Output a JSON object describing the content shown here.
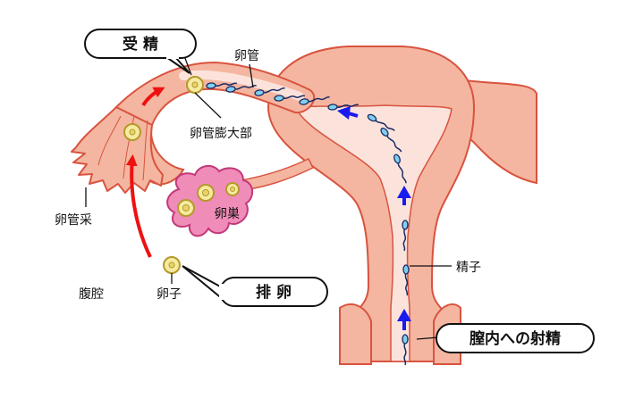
{
  "labels": {
    "fertilization": "受 精",
    "oviduct": "卵管",
    "ampulla": "卵管膨大部",
    "fimbriae": "卵管采",
    "ovary": "卵巣",
    "abdominal_cavity": "腹腔",
    "egg": "卵子",
    "ovulation": "排 卵",
    "sperm": "精子",
    "ejaculation": "膣内への射精"
  },
  "colors": {
    "tissue_outline": "#d9533f",
    "tissue_fill": "#f4b6a0",
    "inner_fill": "#fbe3db",
    "ovary_fill": "#f08cb8",
    "ovary_outline": "#c2387a",
    "egg_fill": "#f5eaa0",
    "egg_outline": "#b39a2a",
    "sperm_fill": "#7fd0ef",
    "sperm_tail": "#1a2a66",
    "arrow_blue": "#1a1aee",
    "arrow_red": "#ee1111"
  }
}
